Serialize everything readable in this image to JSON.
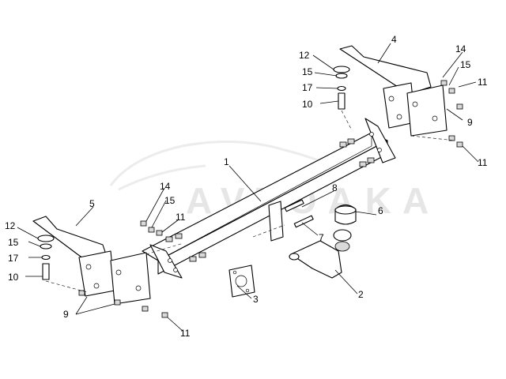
{
  "diagram": {
    "callouts": {
      "c1": "1",
      "c2": "2",
      "c3": "3",
      "c4": "4",
      "c5": "5",
      "c6": "6",
      "c7": "7",
      "c8": "8",
      "c9a": "9",
      "c9b": "9",
      "c10a": "10",
      "c10b": "10",
      "c11a": "11",
      "c11b": "11",
      "c11c": "11",
      "c11d": "11",
      "c12a": "12",
      "c12b": "12",
      "c14a": "14",
      "c14b": "14",
      "c15a": "15",
      "c15b": "15",
      "c15c": "15",
      "c15d": "15",
      "c17a": "17",
      "c17b": "17"
    },
    "watermark": "AVTOAKA"
  }
}
